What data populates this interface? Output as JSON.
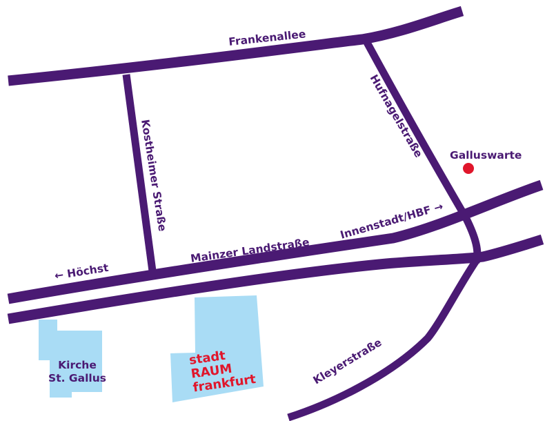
{
  "colors": {
    "road": "#4a1a73",
    "label": "#4a1a73",
    "building": "#a9dcf5",
    "marker": "#e0162b",
    "brand_text": "#e0162b",
    "background": "#ffffff"
  },
  "streets": {
    "frankenallee": "Frankenallee",
    "kostheimer": "Kostheimer Straße",
    "hufnagel": "Hufnagelstraße",
    "mainzer": "Mainzer Landstraße",
    "kleyer": "Kleyerstraße"
  },
  "directions": {
    "hoechst": "← Höchst",
    "innenstadt": "Innenstadt/HBF →"
  },
  "landmarks": {
    "galluswarte": "Galluswarte",
    "church_line1": "Kirche",
    "church_line2": "St. Gallus"
  },
  "brand": {
    "line1": "stadt",
    "line2": "RAUM",
    "line3": "frankfurt"
  }
}
